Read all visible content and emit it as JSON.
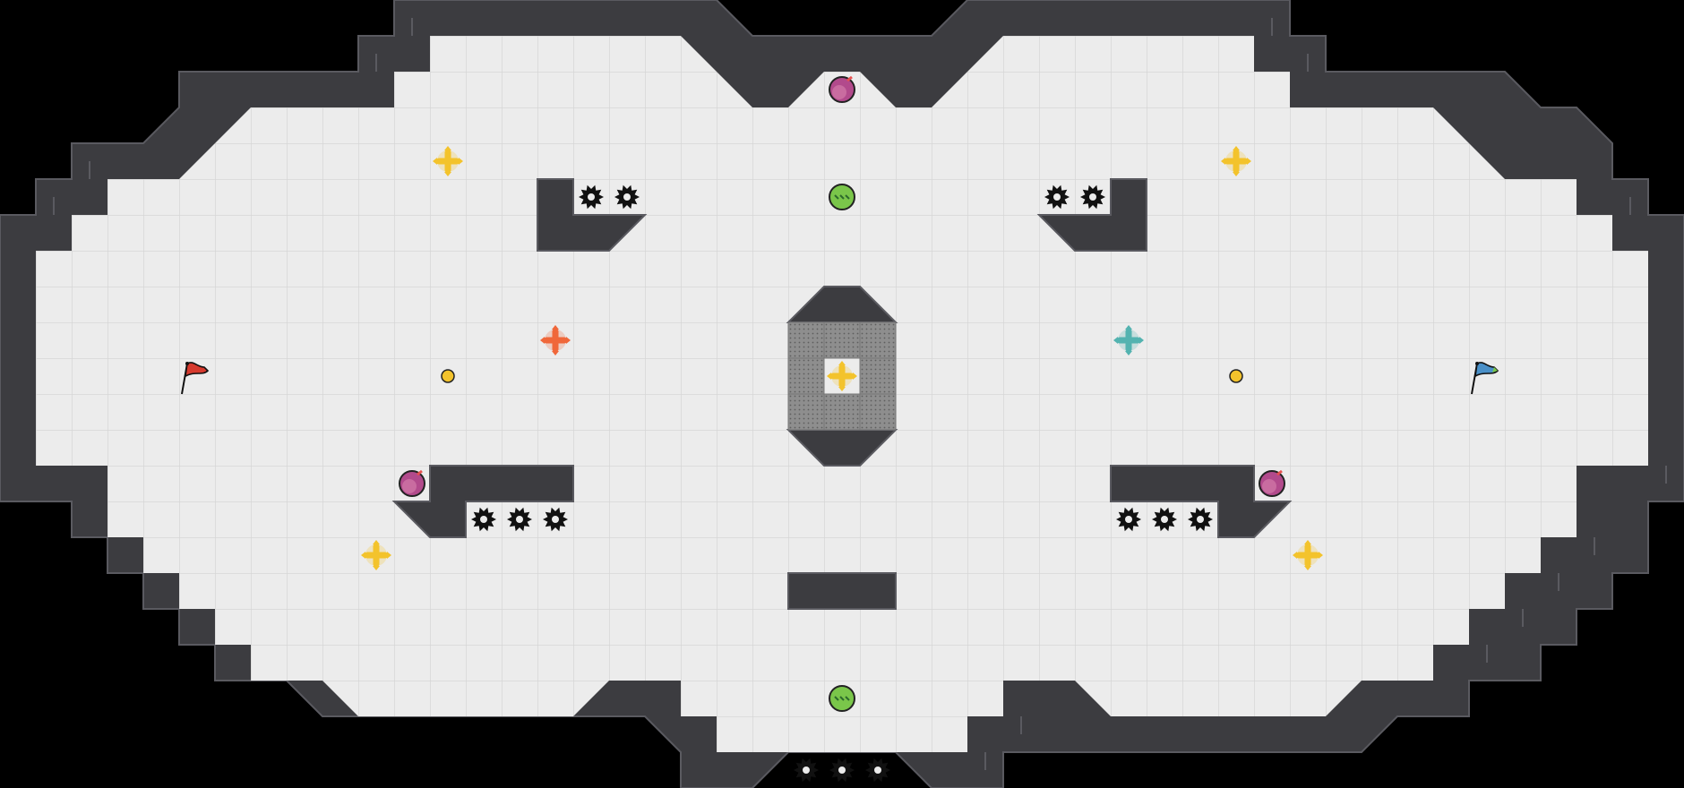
{
  "map": {
    "colors": {
      "background": "#000000",
      "floor": "#ececec",
      "floor_grid": "#d6d6d6",
      "wall": "#3c3c40",
      "wall_edge": "#5a5a60",
      "tile_plate": "#8e8e8e",
      "tile_plate_dot": "#5e5e5e",
      "flag_red": "#d63a2e",
      "flag_blue": "#4a90c8",
      "boost_yellow": "#f3c32c",
      "boost_red": "#f0673a",
      "boost_teal": "#53b3b0",
      "powerup_purple": "#b24a8c",
      "powerup_green": "#7ac64a",
      "spike": "#111111"
    },
    "flags": [
      {
        "team": "red",
        "icon": "red-flag-icon"
      },
      {
        "team": "blue",
        "icon": "blue-flag-icon"
      }
    ],
    "boosts": [
      {
        "kind": "neutral",
        "icon": "yellow-boost-icon"
      },
      {
        "kind": "red",
        "icon": "red-team-boost-icon"
      },
      {
        "kind": "blue",
        "icon": "blue-team-boost-icon"
      }
    ],
    "powerups": [
      {
        "kind": "bomb",
        "icon": "bomb-icon"
      },
      {
        "kind": "powerup",
        "icon": "powerup-icon"
      }
    ],
    "hazards": [
      {
        "kind": "spike",
        "icon": "spike-icon"
      }
    ],
    "buttons": [
      {
        "kind": "button",
        "icon": "button-icon"
      }
    ]
  }
}
